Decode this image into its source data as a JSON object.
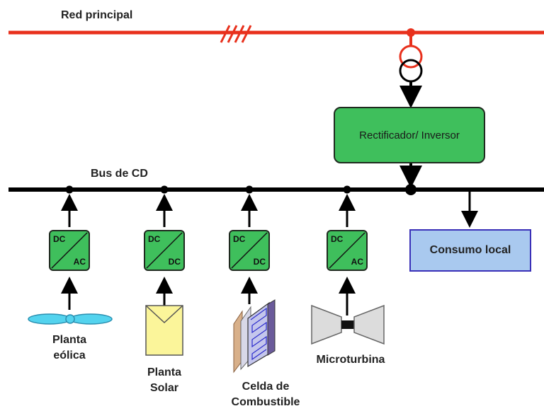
{
  "grid": {
    "label": "Red principal",
    "color": "#e8301c"
  },
  "bus": {
    "label": "Bus de CD",
    "color": "#000000"
  },
  "inverter": {
    "label": "Rectificador/ Inversor",
    "color": "#3fbf5c"
  },
  "load": {
    "label": "Consumo local",
    "color": "#a9c9ef"
  },
  "sources": [
    {
      "name_line1": "Planta",
      "name_line2": "eólica",
      "conv_top": "DC",
      "conv_bottom": "AC",
      "icon": "wind-turbine-icon"
    },
    {
      "name_line1": "Planta",
      "name_line2": "Solar",
      "conv_top": "DC",
      "conv_bottom": "DC",
      "icon": "solar-panel-icon"
    },
    {
      "name_line1": "Celda de",
      "name_line2": "Combustible",
      "conv_top": "DC",
      "conv_bottom": "DC",
      "icon": "fuel-cell-icon"
    },
    {
      "name_line1": "Microturbina",
      "name_line2": "",
      "conv_top": "DC",
      "conv_bottom": "AC",
      "icon": "microturbine-icon"
    }
  ]
}
